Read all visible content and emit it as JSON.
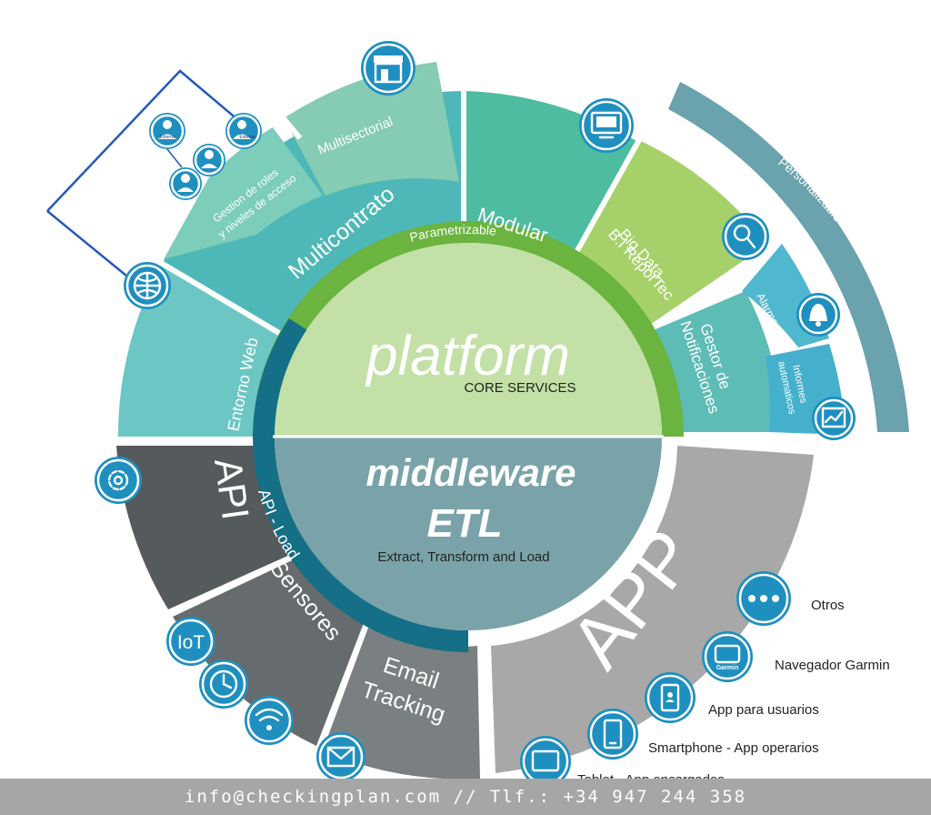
{
  "core": {
    "platform_title": "platform",
    "platform_subtitle": "CORE SERVICES",
    "middleware_title": "middleware",
    "etl_title": "ETL",
    "etl_subtitle": "Extract, Transform and Load"
  },
  "inner_ring": {
    "parametrizable": "Parametrizable",
    "api_load": "API - Load"
  },
  "segments": {
    "entorno_web": "Entorno Web",
    "multicontrato": "Multicontrato",
    "gestion_roles_line1": "Gestion de roles",
    "gestion_roles_line2": "y niveles de acceso",
    "multisectorial": "Multisectorial",
    "modular": "Modular",
    "big_data_line1": "Big Data",
    "big_data_line2": "B.I ReporTec",
    "gestor_line1": "Gestor de",
    "gestor_line2": "Notificaciones",
    "alarmas": "Alarmas",
    "informes_line1": "Informes",
    "informes_line2": "automaticos",
    "personalizable": "Personalizable",
    "api": "API",
    "sensores": "Sensores",
    "email": "Email",
    "tracking": "Tracking",
    "app": "APP"
  },
  "icons": {
    "iot_label": "IoT",
    "garmin_label": "Garmin",
    "role_badge_1": "Externo",
    "role_badge_2": "Externo"
  },
  "app_items": [
    {
      "label": "Otros",
      "icon": "more-dots-icon"
    },
    {
      "label": "Navegador Garmin",
      "icon": "garmin-device-icon"
    },
    {
      "label": "App para usuarios",
      "icon": "user-phone-icon"
    },
    {
      "label": "Smartphone -  App operarios",
      "icon": "smartphone-icon"
    },
    {
      "label": "Tablet - App encargados",
      "icon": "tablet-icon"
    }
  ],
  "footer": {
    "contact": "info@checkingplan.com // Tlf.: +34  947 244 358"
  },
  "colors": {
    "teal_light": "#6cc6c4",
    "teal": "#4db8b7",
    "teal_mid": "#3aa7a6",
    "green_light": "#a6d16a",
    "green": "#6ab43f",
    "platform_fill": "#c3e0a6",
    "middleware_fill": "#79a3a8",
    "cyan": "#4fb8cf",
    "steel_blue": "#6aa2ad",
    "dark_gray": "#555a5c",
    "mid_gray": "#6d7274",
    "light_gray": "#a8a8a8",
    "navy_ring": "#156f87",
    "icon_blue": "#1f8fbf",
    "footer_gray": "#a6a6a6"
  }
}
